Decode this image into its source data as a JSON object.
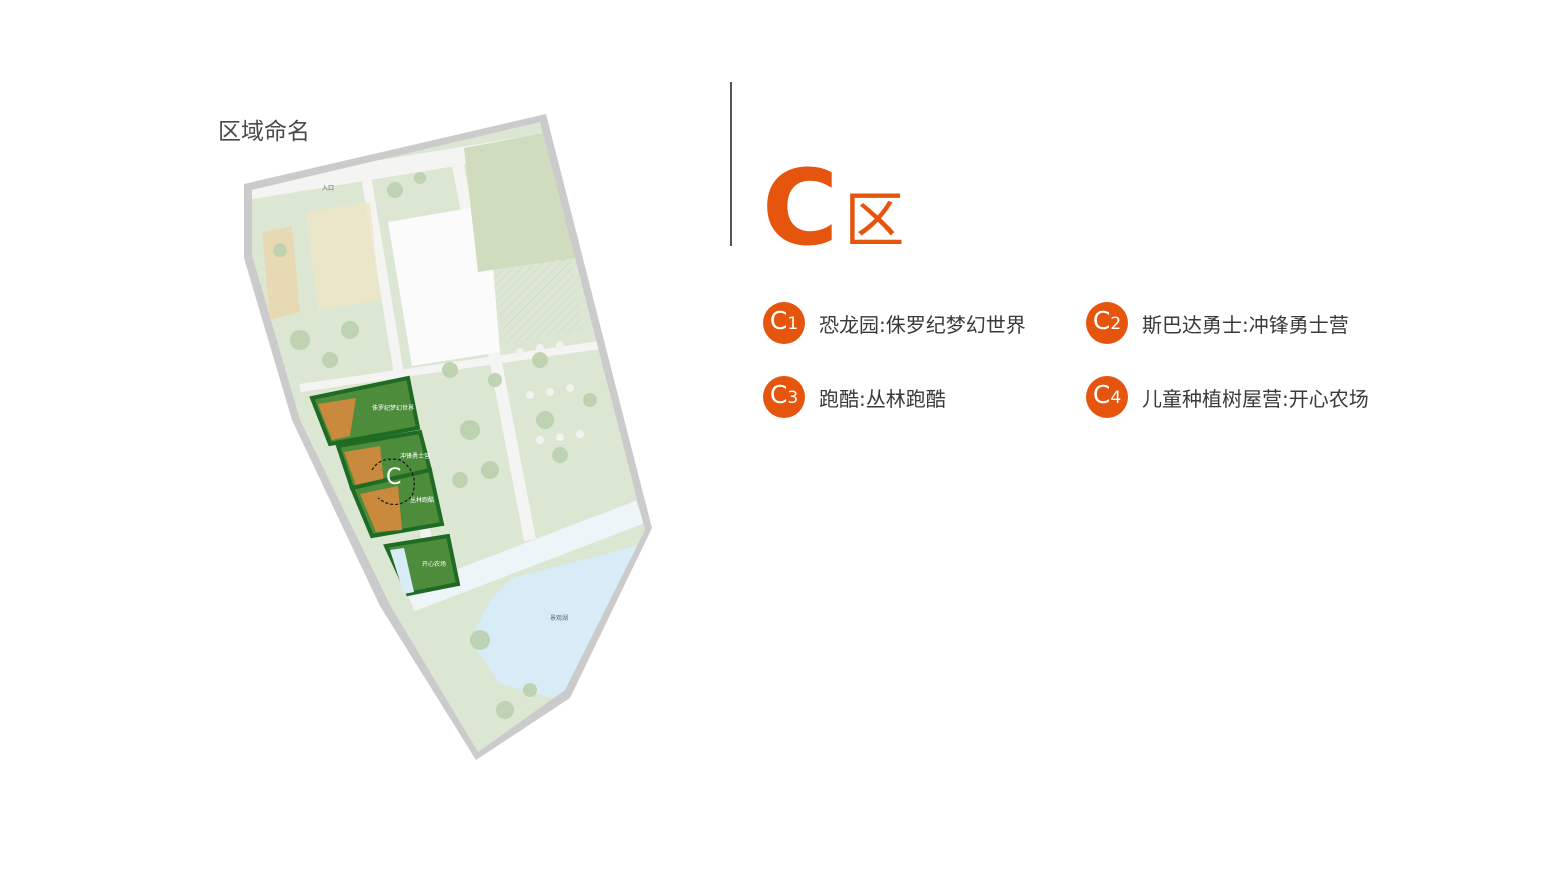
{
  "section_title": "区域命名",
  "zone": {
    "letter": "C",
    "suffix": "区"
  },
  "legend": [
    {
      "badge_letter": "C",
      "badge_number": "1",
      "text": "恐龙园:侏罗纪梦幻世界"
    },
    {
      "badge_letter": "C",
      "badge_number": "2",
      "text": "斯巴达勇士:冲锋勇士营"
    },
    {
      "badge_letter": "C",
      "badge_number": "3",
      "text": "跑酷:丛林跑酷"
    },
    {
      "badge_letter": "C",
      "badge_number": "4",
      "text": "儿童种植树屋营:开心农场"
    }
  ],
  "map": {
    "zone_marker": "C",
    "labels": {
      "c1": "侏罗纪梦幻世界",
      "c2": "冲锋勇士营",
      "c3": "丛林跑酷",
      "c4": "开心农场",
      "entrance": "入口",
      "lake": "景观湖"
    }
  },
  "colors": {
    "accent": "#e6550d",
    "highlight_zone": "#4c8c3a",
    "highlight_border": "#1f6b24",
    "map_bg": "#d9e6cf",
    "road": "#f4f4f2",
    "boundary": "#c9c9c9",
    "water": "#d7ecf6"
  }
}
